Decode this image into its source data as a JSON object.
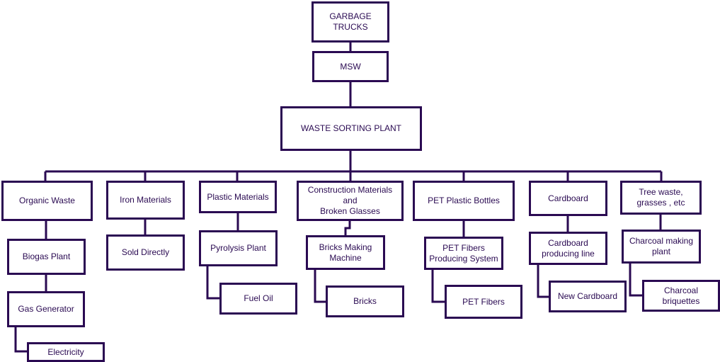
{
  "diagram": {
    "colors": {
      "stroke": "#2a0a52",
      "text": "#2a0a52",
      "fill": "#ffffff"
    },
    "nodes": {
      "garbage_trucks": "GARBAGE\nTRUCKS",
      "msw": "MSW",
      "waste_sorting_plant": "WASTE SORTING PLANT",
      "organic_waste": "Organic Waste",
      "biogas_plant": "Biogas Plant",
      "gas_generator": "Gas Generator",
      "electricity": "Electricity",
      "iron_materials": "Iron Materials",
      "sold_directly": "Sold Directly",
      "plastic_materials": "Plastic Materials",
      "pyrolysis_plant": "Pyrolysis Plant",
      "fuel_oil": "Fuel Oil",
      "construction_materials": "Construction Materials and\nBroken Glasses",
      "bricks_making_machine": "Bricks Making\nMachine",
      "bricks": "Bricks",
      "pet_plastic_bottles": "PET Plastic Bottles",
      "pet_fibers_system": "PET Fibers\nProducing System",
      "pet_fibers": "PET Fibers",
      "cardboard": "Cardboard",
      "cardboard_line": "Cardboard\nproducing line",
      "new_cardboard": "New Cardboard",
      "tree_waste": "Tree waste,\ngrasses , etc",
      "charcoal_plant": "Charcoal making\nplant",
      "charcoal_briquettes": "Charcoal briquettes"
    }
  }
}
